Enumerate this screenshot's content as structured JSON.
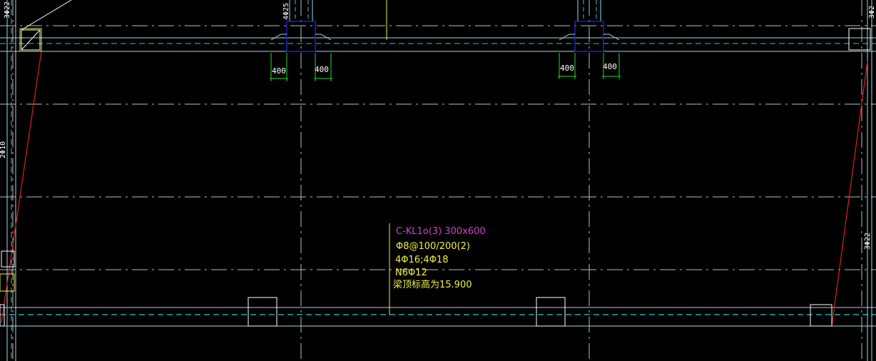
{
  "colors": {
    "background": "#000000",
    "axis_line": "#c8c8c8",
    "beam_edge": "#9fd8e8",
    "beam_center": "#39c2d8",
    "column": "#ffffff",
    "hidden_column": "#2020c8",
    "dimension": "#22dd22",
    "annotation_title": "#d43fd4",
    "annotation_text": "#f0f040",
    "leader": "#f0f040",
    "rebar_red": "#e02020"
  },
  "dimensions": {
    "left_a": "400",
    "left_b": "400",
    "right_a": "400",
    "right_b": "400"
  },
  "beam_annotation": {
    "title": "C-KL1o(3) 300x600",
    "stirrup": "Φ8@100/200(2)",
    "main_bars": "4Φ16;4Φ18",
    "side_bars": "N6Φ12",
    "elevation": "梁顶标高为15.900"
  },
  "side_labels": {
    "top_left": "3Φ22",
    "left_mid": "2Φ10",
    "top_col_a": "4Φ25",
    "top_right": "3Φ2",
    "right_mid": "3Φ22"
  }
}
